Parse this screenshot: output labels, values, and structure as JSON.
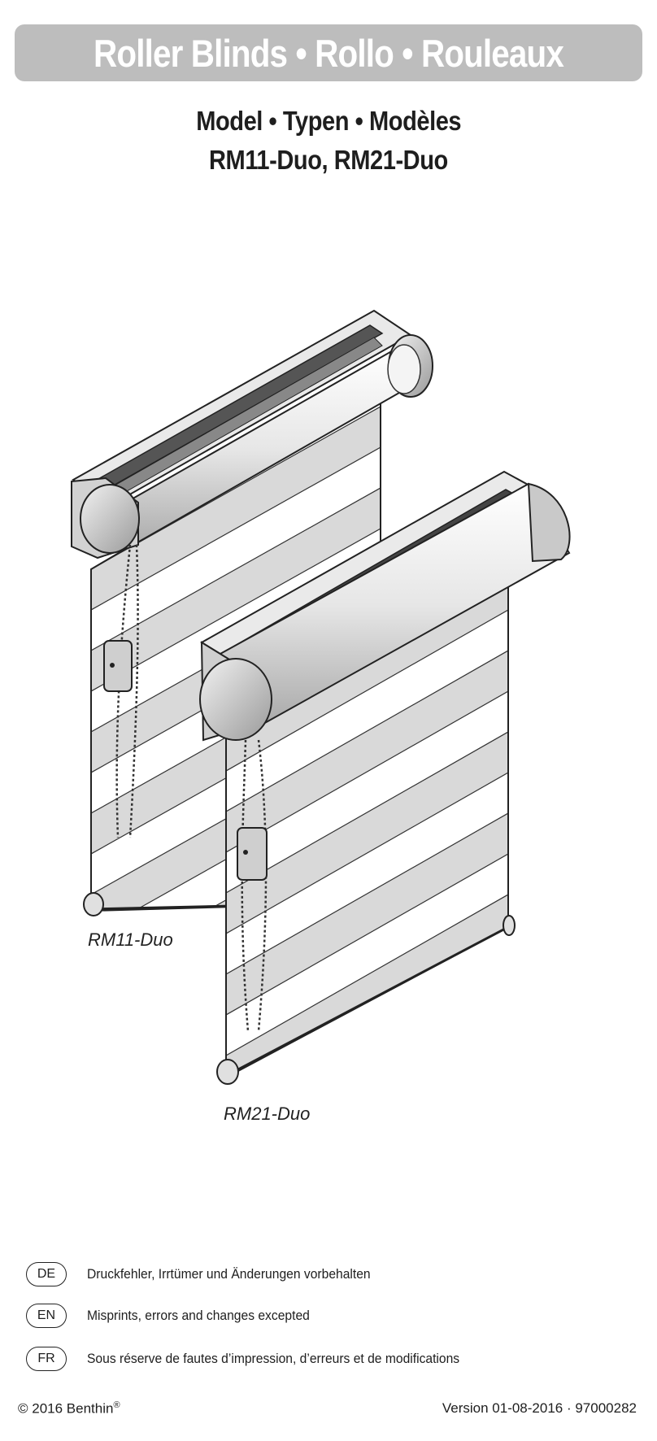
{
  "header": {
    "title": "Roller Blinds • Rollo • Rouleaux",
    "subtitle_line1": "Model • Typen • Modèles",
    "subtitle_line2": "RM11-Duo, RM21-Duo"
  },
  "figures": [
    {
      "caption": "RM11-Duo"
    },
    {
      "caption": "RM21-Duo"
    }
  ],
  "notes": [
    {
      "lang": "DE",
      "text": "Druckfehler, Irrtümer und Änderungen vorbehalten"
    },
    {
      "lang": "EN",
      "text": "Misprints, errors and changes excepted"
    },
    {
      "lang": "FR",
      "text": "Sous réserve de fautes d’impression, d’erreurs et de modifications"
    }
  ],
  "footer": {
    "copyright": "© 2016 Benthin",
    "registered_mark": "®",
    "version": "Version 01-08-2016 · 97000282"
  },
  "colors": {
    "banner_bg": "#bdbdbd",
    "banner_text": "#ffffff",
    "fabric_stripe": "#d9d9d9",
    "ink": "#1e1e1e"
  }
}
